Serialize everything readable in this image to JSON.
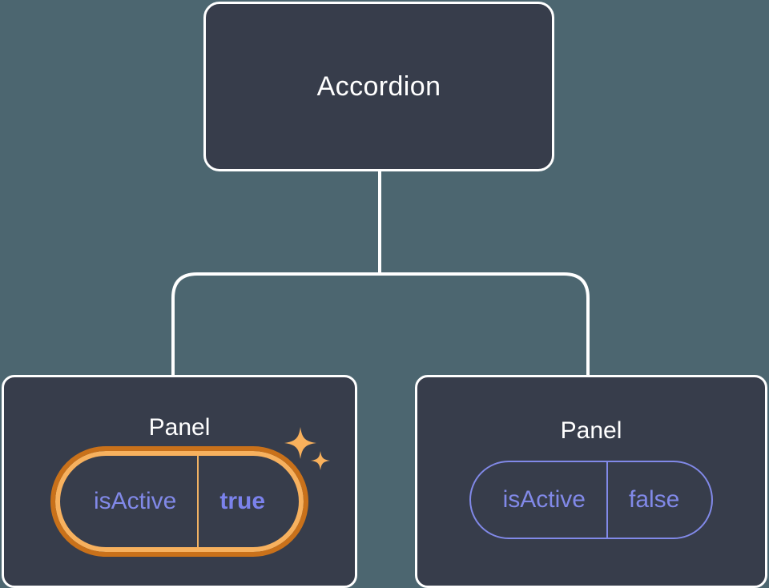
{
  "theme": {
    "background": "#4c6670",
    "node_fill": "#373d4b",
    "node_border": "#ffffff",
    "connector": "#ffffff",
    "prop_text": "#8189e8",
    "prop_value_highlight": "#7b82ec",
    "highlight_inner": "#f7b15e",
    "highlight_outer": "#c9711a",
    "sparkle": "#f9b15c"
  },
  "tree": {
    "root": {
      "title": "Accordion"
    },
    "children": [
      {
        "title": "Panel",
        "highlighted": true,
        "prop": {
          "key": "isActive",
          "value": "true"
        }
      },
      {
        "title": "Panel",
        "highlighted": false,
        "prop": {
          "key": "isActive",
          "value": "false"
        }
      }
    ]
  },
  "icons": {
    "sparkle_large": "sparkle-icon",
    "sparkle_small": "sparkle-small-icon"
  }
}
